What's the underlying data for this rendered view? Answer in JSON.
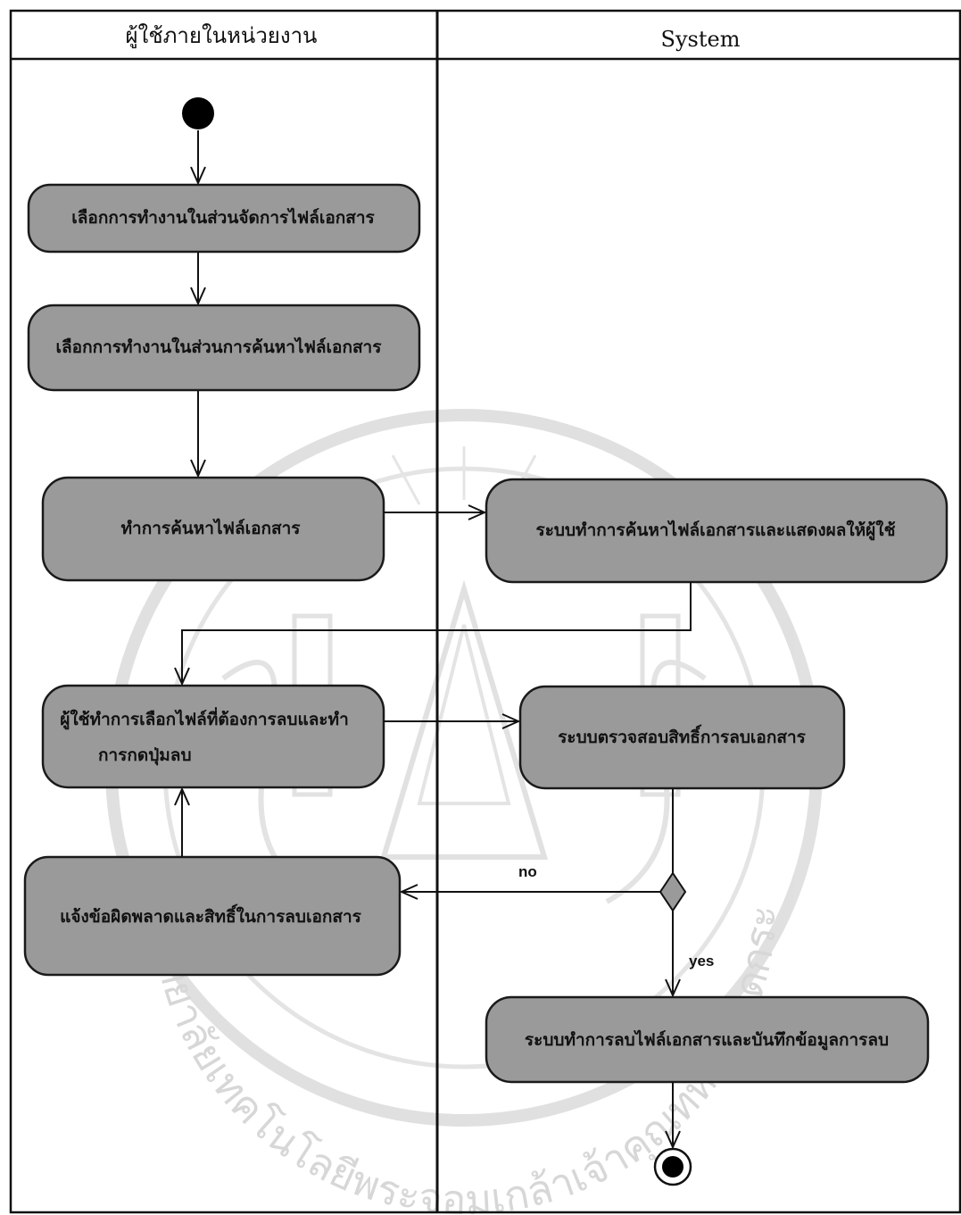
{
  "lanes": {
    "left_title": "ผู้ใช้ภายในหน่วยงาน",
    "right_title": "System"
  },
  "activities": {
    "a1": "เลือกการทำงานในส่วนจัดการไฟล์เอกสาร",
    "a2": "เลือกการทำงานในส่วนการค้นหาไฟล์เอกสาร",
    "a3": "ทำการค้นหาไฟล์เอกสาร",
    "a4": "ระบบทำการค้นหาไฟล์เอกสารและแสดงผลให้ผู้ใช้",
    "a5_line1": "ผู้ใช้ทำการเลือกไฟล์ที่ต้องการลบและทำ",
    "a5_line2": "การกดปุ่มลบ",
    "a6": "ระบบตรวจสอบสิทธิ์การลบเอกสาร",
    "a7": "แจ้งข้อผิดพลาดและสิทธิ์ในการลบเอกสาร",
    "a8": "ระบบทำการลบไฟล์เอกสารและบันทึกข้อมูลการลบ"
  },
  "guards": {
    "no": "no",
    "yes": "yes"
  },
  "watermark": {
    "text": "มหาวิทยาลัยเทคโนโลยีพระจอมเกล้าเจ้าคุณทหารลาดกระบัง"
  },
  "colors": {
    "activity_fill": "#9a9a9a",
    "line": "#111111",
    "watermark": "#c8c8c8"
  }
}
